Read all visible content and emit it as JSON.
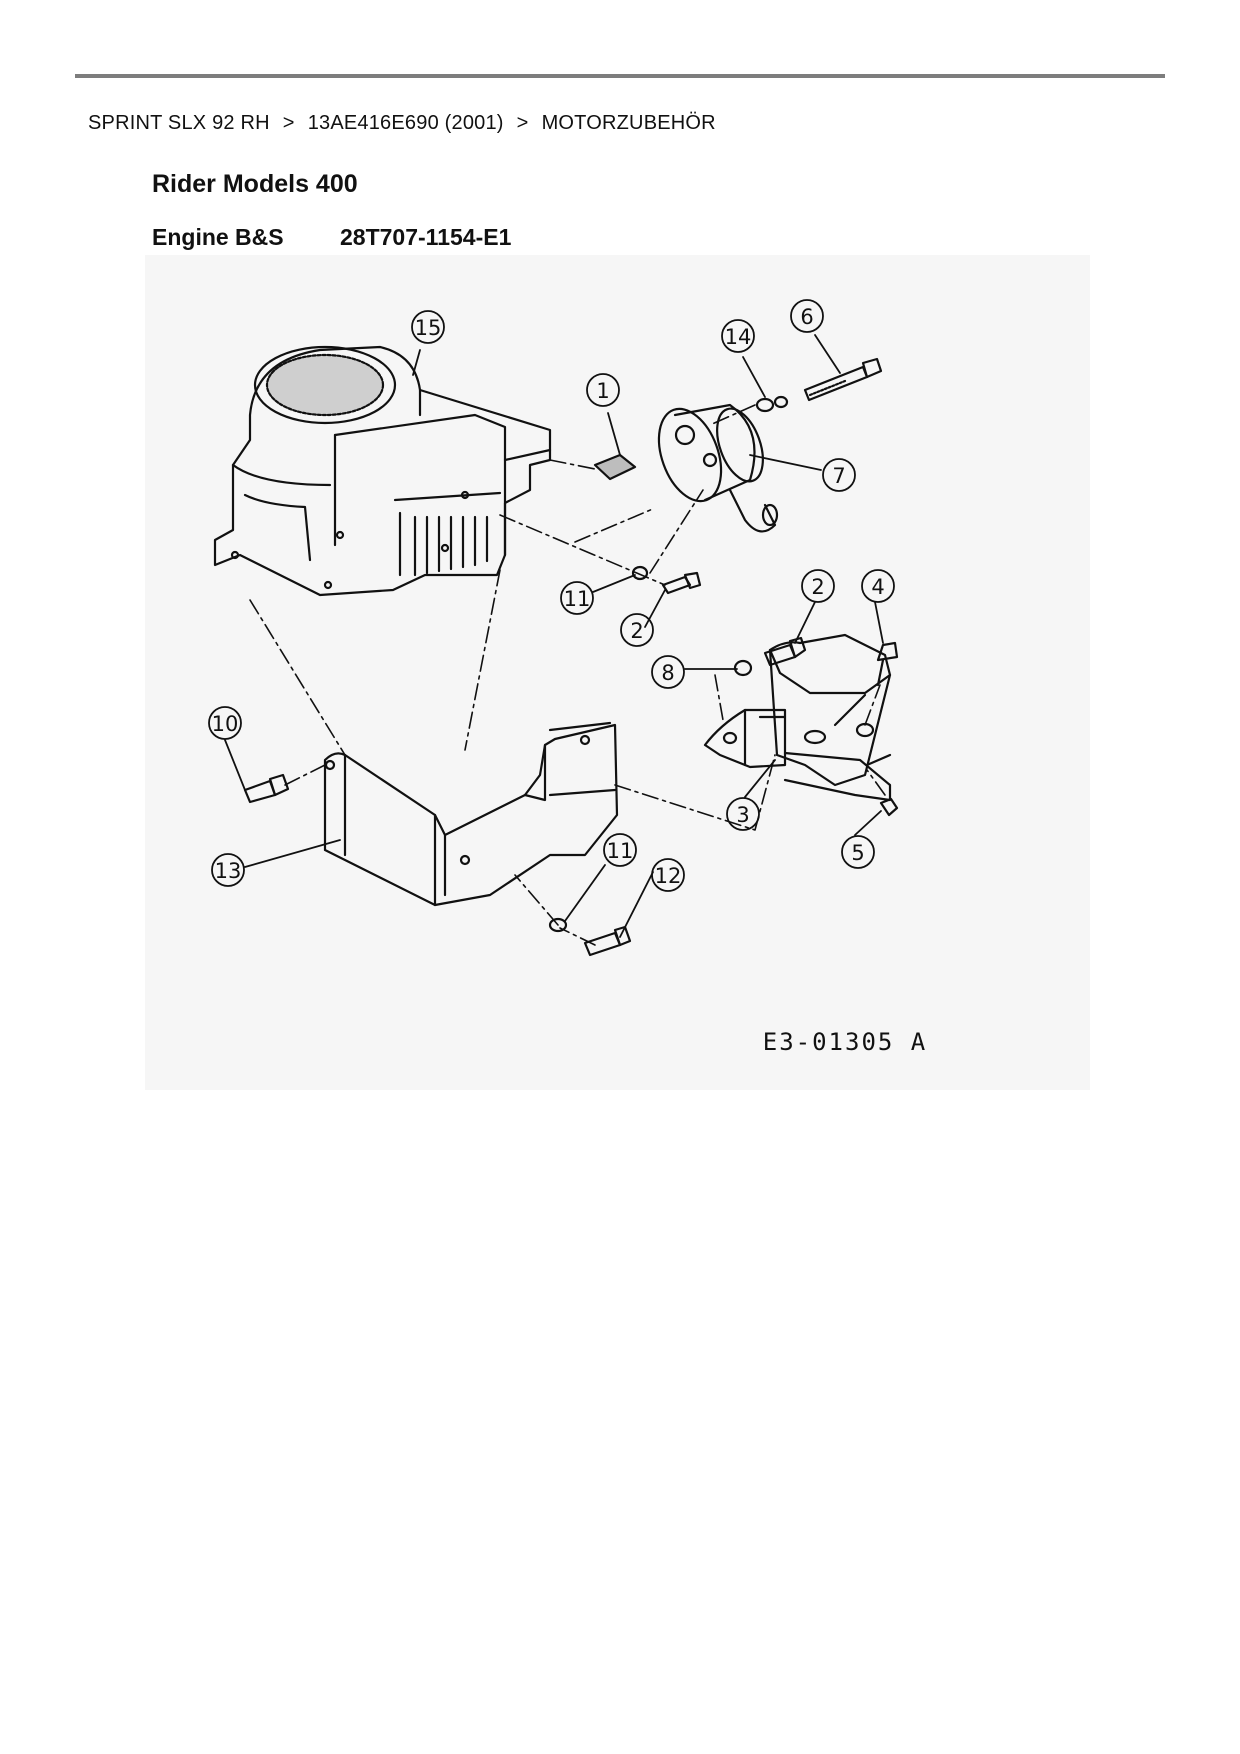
{
  "breadcrumb": {
    "items": [
      "SPRINT SLX 92 RH",
      "13AE416E690 (2001)",
      "MOTORZUBEHÖR"
    ],
    "separator": ">"
  },
  "header": {
    "title": "Rider Models 400",
    "engine_label": "Engine B&S",
    "engine_code": "28T707-1154-E1"
  },
  "diagram": {
    "figure_code": "E3-01305 A",
    "callouts": [
      "15",
      "1",
      "14",
      "6",
      "7",
      "11",
      "2",
      "2",
      "4",
      "8",
      "10",
      "3",
      "5",
      "11",
      "12",
      "13"
    ]
  },
  "colors": {
    "rule": "#7d7d7d",
    "ink": "#111111",
    "figure_bg": "#f6f6f6"
  }
}
